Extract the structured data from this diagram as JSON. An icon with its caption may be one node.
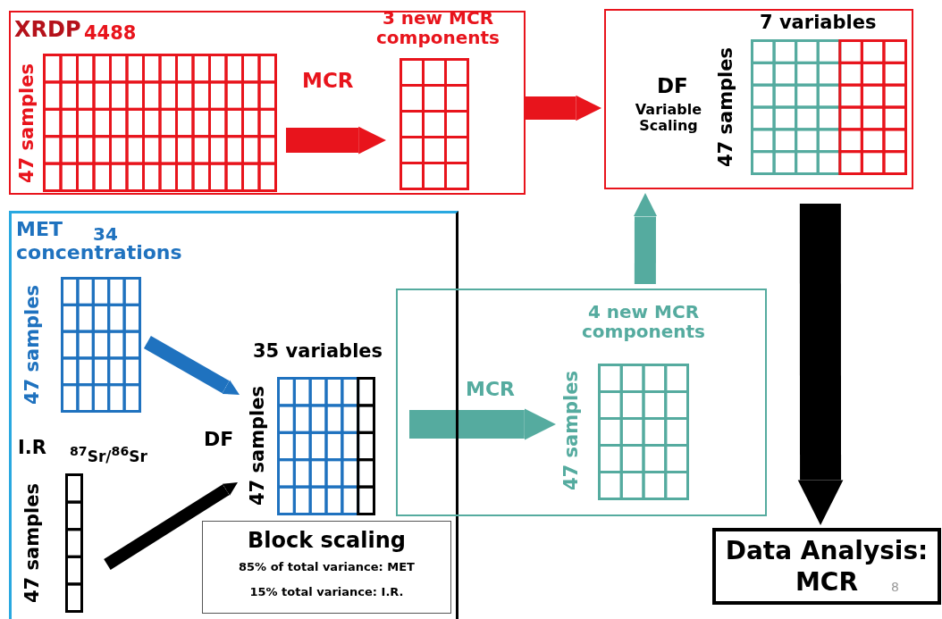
{
  "diagram": {
    "nodes": [
      {
        "text": [],
        "shape": "box"
      },
      {
        "text": [
          "XRDP",
          "4488",
          "47 samples"
        ],
        "in": 0
      },
      {
        "text": [
          "3 new MCR components"
        ],
        "in": 0
      },
      {
        "text": [
          "DF",
          "Variable Scaling"
        ]
      },
      {
        "text": [
          "7 variables",
          "47 samples"
        ],
        "in": 3
      },
      {
        "text": [],
        "shape": "box"
      },
      {
        "text": [
          "MET",
          "34",
          "concentrations",
          "47 samples"
        ],
        "in": 5
      },
      {
        "text": [
          "I.R",
          "$^{87}$Sr/$^{86}$Sr",
          "47 samples"
        ],
        "in": 5
      },
      {
        "text": [
          "35 variables",
          "47 samples"
        ],
        "in": 5,
        "beside": [
          "DF"
        ]
      },
      {
        "text": [
          "Block scaling",
          "85% of total variance: MET",
          "15% total variance: I.R."
        ],
        "in": 5
      },
      {
        "text": [],
        "shape": "box"
      },
      {
        "text": [
          "4 new MCR components",
          "47 samples"
        ],
        "in": 10
      },
      {
        "text": [
          "Data Analysis: MCR"
        ]
      }
    ],
    "edges": [
      {
        "from": 1,
        "to": 2,
        "arrow": "to",
        "label": "MCR",
        "color": "#e8141c"
      },
      {
        "from": 0,
        "to": 3,
        "arrow": "to",
        "color": "#e8141c"
      },
      {
        "from": 6,
        "to": 8,
        "arrow": "to",
        "color": "#1f72bf"
      },
      {
        "from": 7,
        "to": 8,
        "arrow": "to",
        "color": "#000000"
      },
      {
        "from": 8,
        "to": 11,
        "arrow": "to",
        "label": "MCR",
        "color": "#55ab9f"
      },
      {
        "from": 10,
        "to": 3,
        "arrow": "to",
        "color": "#55ab9f"
      },
      {
        "from": 3,
        "to": 12,
        "arrow": "to",
        "color": "#000000"
      }
    ],
    "labels": [
      "8"
    ]
  }
}
